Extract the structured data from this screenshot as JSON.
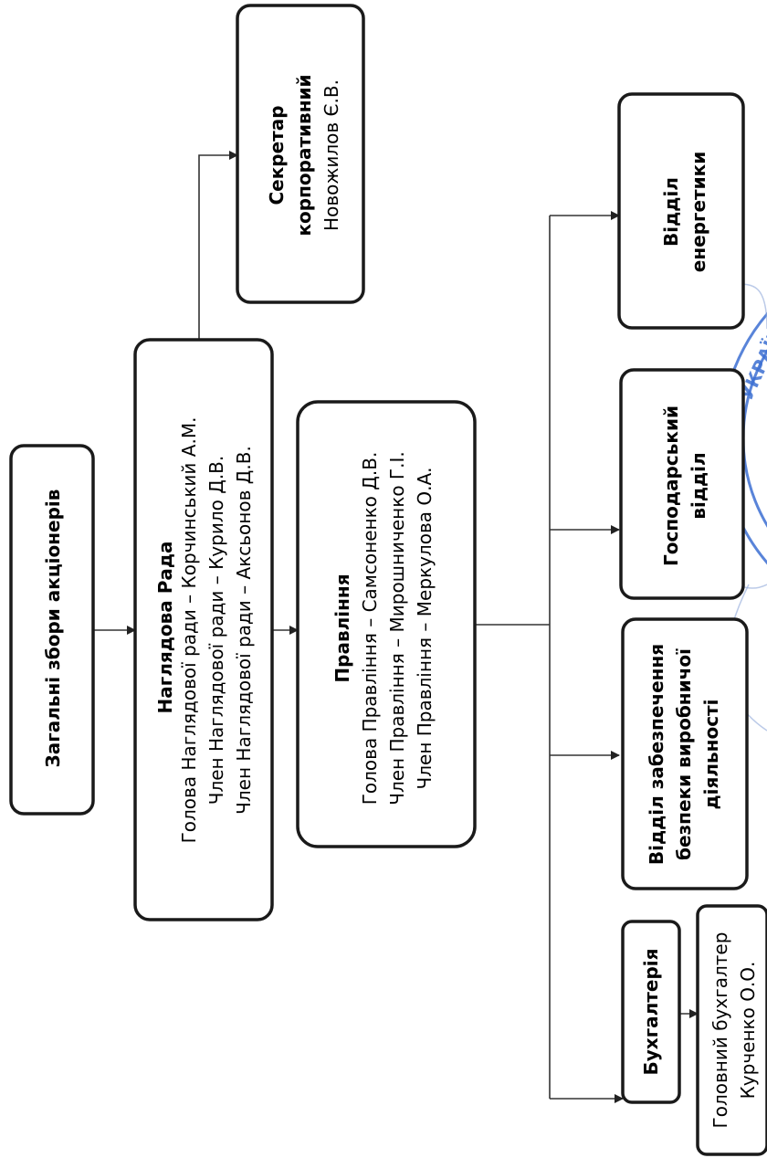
{
  "nodes": {
    "shareholders": {
      "title": "Загальні збори акціонерів"
    },
    "supervisory_board": {
      "title": "Наглядова Рада",
      "lines": [
        "Голова Наглядової ради – Корчинський А.М.",
        "Член Наглядової ради – Курило Д.В.",
        "Член Наглядової ради – Аксьонов Д.В."
      ]
    },
    "secretary": {
      "title_lines": [
        "Секретар",
        "корпоративний"
      ],
      "lines": [
        "Новожилов Є.В."
      ]
    },
    "board": {
      "title": "Правління",
      "lines": [
        "Голова Правління – Самсоненко Д.В.",
        "Член Правління – Мирошниченко Г.І.",
        "Член Правління – Меркулова О.А."
      ]
    },
    "energy_dept": {
      "title_lines": [
        "Відділ",
        "енергетики"
      ]
    },
    "household_dept": {
      "title_lines": [
        "Господарський",
        "відділ"
      ]
    },
    "production_safety_dept": {
      "title_lines": [
        "Відділ забезпечення",
        "безпеки виробничої",
        "діяльності"
      ]
    },
    "accounting": {
      "title": "Бухгалтерія"
    },
    "chief_accountant": {
      "lines": [
        "Головний бухгалтер",
        "Курченко О.О."
      ]
    }
  },
  "stamp": {
    "text": "УКРАЇНА",
    "color": "#3c6fd2"
  }
}
